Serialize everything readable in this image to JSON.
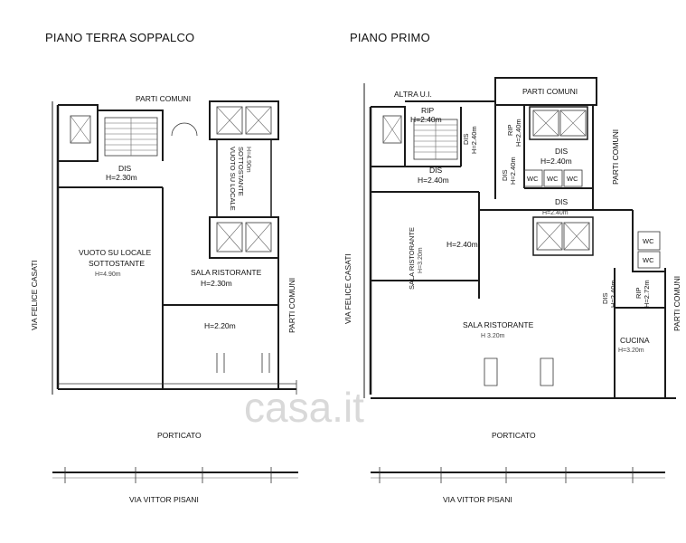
{
  "titles": {
    "left": "PIANO TERRA SOPPALCO",
    "right": "PIANO PRIMO"
  },
  "left_plan": {
    "parti_comuni_top": "PARTI COMUNI",
    "dis": "DIS",
    "dis_h": "H=2.30m",
    "vuoto_vertical_1": "VUOTO SU LOCALE",
    "vuoto_vertical_2": "SOTTOSTANTE",
    "vuoto_vertical_h": "H=4.90m",
    "vuoto_1": "VUOTO SU LOCALE",
    "vuoto_2": "SOTTOSTANTE",
    "vuoto_h": "H=4.90m",
    "sala": "SALA RISTORANTE",
    "sala_h": "H=2.30m",
    "room_h": "H=2.20m",
    "porticato": "PORTICATO",
    "via_felice": "VIA FELICE CASATI",
    "parti_comuni_side": "PARTI COMUNI",
    "via_vittor": "VIA VITTOR PISANI"
  },
  "right_plan": {
    "altra": "ALTRA U.I.",
    "parti_comuni_top": "PARTI COMUNI",
    "rip_top": "RIP",
    "rip_top_h": "H=2.40m",
    "dis_a": "DIS",
    "dis_a_h": "H=2.40m",
    "rip_side": "RIP",
    "rip_side_h": "H=2.40m",
    "dis_main": "DIS",
    "dis_main_h": "H=2.40m",
    "dis_b": "DIS",
    "dis_b_h": "H=2.40m",
    "dis_c": "DIS",
    "dis_c_h": "H=2.40m",
    "dis_d": "DIS",
    "dis_d_h": "H=2.40m",
    "wc": "WC",
    "sala_vertical": "SALA RISTORANTE",
    "sala_vertical_h": "H=3.20m",
    "room_h": "H=2.40m",
    "dis_e": "DIS",
    "dis_e_h": "H=2.40m",
    "rip_small": "RIP",
    "rip_small_h": "H=2.72m",
    "sala": "SALA RISTORANTE",
    "sala_h": "H 3.20m",
    "cucina": "CUCINA",
    "cucina_h": "H=3.20m",
    "parti_comuni_side_a": "PARTI COMUNI",
    "parti_comuni_side_b": "PARTI COMUNI",
    "porticato": "PORTICATO",
    "via_felice": "VIA FELICE CASATI",
    "via_vittor": "VIA VITTOR PISANI"
  },
  "watermark": "casa.it"
}
